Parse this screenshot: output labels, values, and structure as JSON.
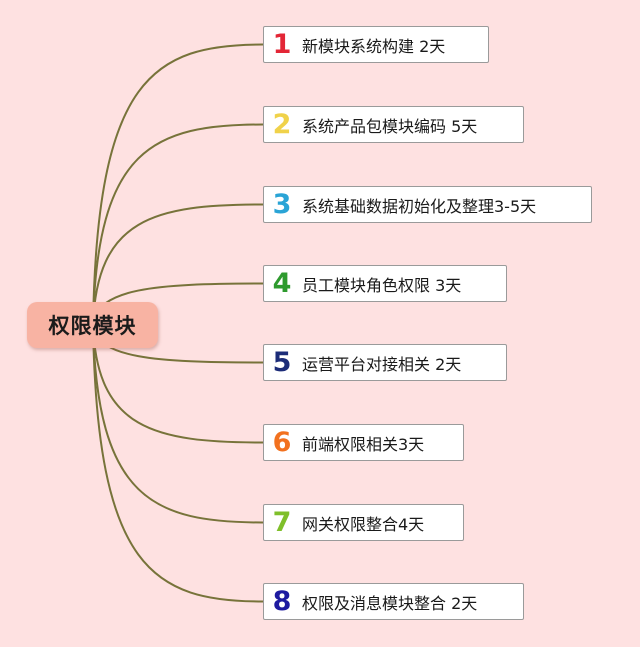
{
  "root": {
    "label": "权限模块",
    "color": "#f8b3a3"
  },
  "line_color": "#77733a",
  "tasks": [
    {
      "number": "1",
      "label": "新模块系统构建 2天",
      "color": "#e32636"
    },
    {
      "number": "2",
      "label": "系统产品包模块编码 5天",
      "color": "#f0d24a"
    },
    {
      "number": "3",
      "label": "系统基础数据初始化及整理3-5天",
      "color": "#2aa4d6"
    },
    {
      "number": "4",
      "label": "员工模块角色权限 3天",
      "color": "#2e9a2e"
    },
    {
      "number": "5",
      "label": "运营平台对接相关 2天",
      "color": "#1c2c78"
    },
    {
      "number": "6",
      "label": "前端权限相关3天",
      "color": "#f2711f"
    },
    {
      "number": "7",
      "label": "网关权限整合4天",
      "color": "#7fbf2a"
    },
    {
      "number": "8",
      "label": "权限及消息模块整合 2天",
      "color": "#1d1aa0"
    }
  ]
}
